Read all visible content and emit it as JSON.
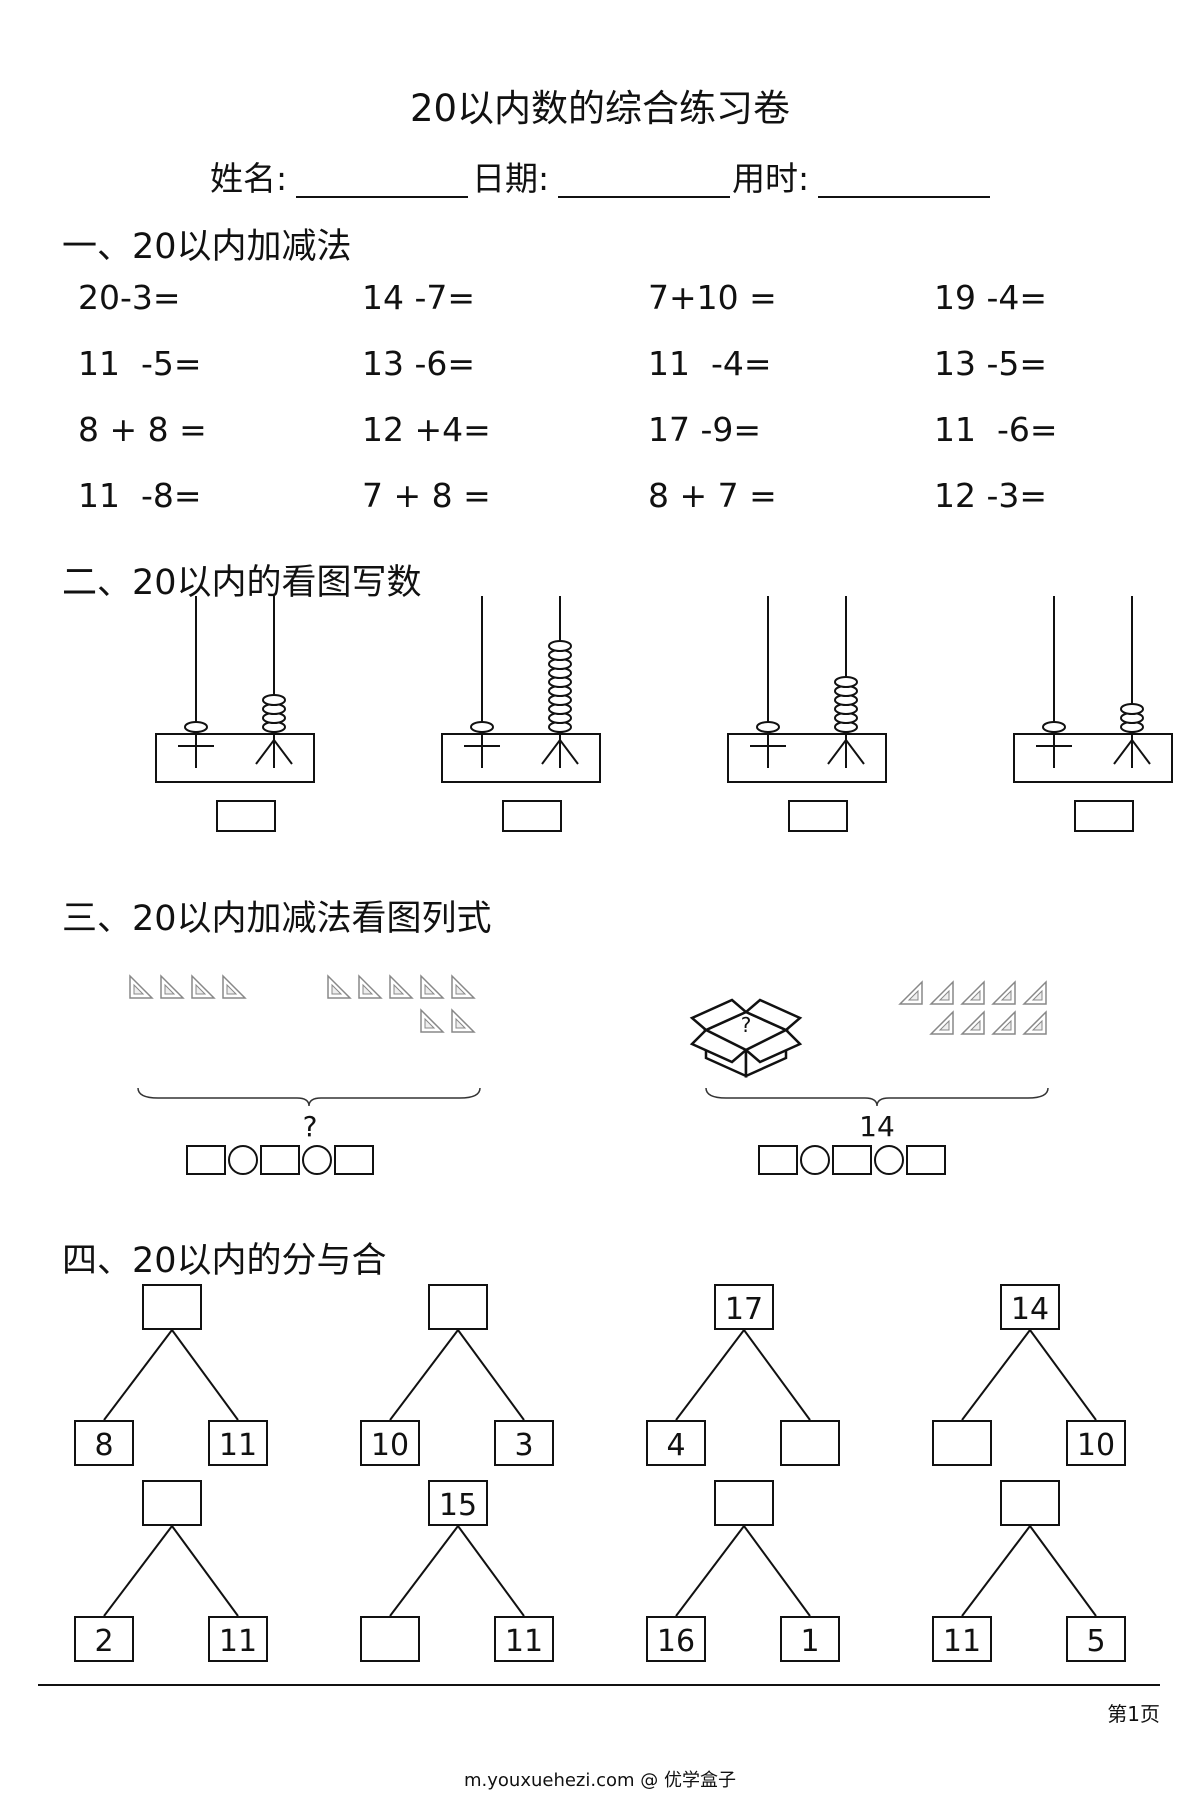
{
  "title": "20以内数的综合练习卷",
  "info": {
    "name_label": "姓名:",
    "date_label": "日期:",
    "time_label": "用时:"
  },
  "section1": {
    "heading": "一、20以内加减法",
    "rows": [
      [
        "20-3=",
        "14 -7=",
        "7+10 =",
        "19 -4="
      ],
      [
        "11  -5=",
        "13 -6=",
        "11  -4=",
        "13 -5="
      ],
      [
        "8 + 8 =",
        "12 +4=",
        "17 -9=",
        "11  -6="
      ],
      [
        "11  -8=",
        "7 + 8 =",
        "8 + 7 =",
        "12 -3="
      ]
    ]
  },
  "section2": {
    "heading": "二、20以内的看图写数",
    "abacus": [
      {
        "tens_beads": 1,
        "ones_beads": 4
      },
      {
        "tens_beads": 1,
        "ones_beads": 10
      },
      {
        "tens_beads": 1,
        "ones_beads": 6
      },
      {
        "tens_beads": 1,
        "ones_beads": 3
      }
    ],
    "answer_icon": "empty-answer-box"
  },
  "section3": {
    "heading": "三、20以内加减法看图列式",
    "left": {
      "group_a_count": 4,
      "group_b_count": 7,
      "total_label": "?",
      "icon": "set-square-icon"
    },
    "right": {
      "box_label": "?",
      "group_count": 9,
      "total_label": "14",
      "icon": "set-square-icon"
    }
  },
  "section4": {
    "heading": "四、20以内的分与合",
    "trees": [
      {
        "top": "",
        "left": "8",
        "right": "11"
      },
      {
        "top": "",
        "left": "10",
        "right": "3"
      },
      {
        "top": "17",
        "left": "4",
        "right": ""
      },
      {
        "top": "14",
        "left": "",
        "right": "10"
      },
      {
        "top": "",
        "left": "2",
        "right": "11"
      },
      {
        "top": "15",
        "left": "",
        "right": "11"
      },
      {
        "top": "",
        "left": "16",
        "right": "1"
      },
      {
        "top": "",
        "left": "11",
        "right": "5"
      }
    ]
  },
  "footer": {
    "page": "第1页",
    "site": "m.youxuehezi.com @ 优学盒子"
  }
}
